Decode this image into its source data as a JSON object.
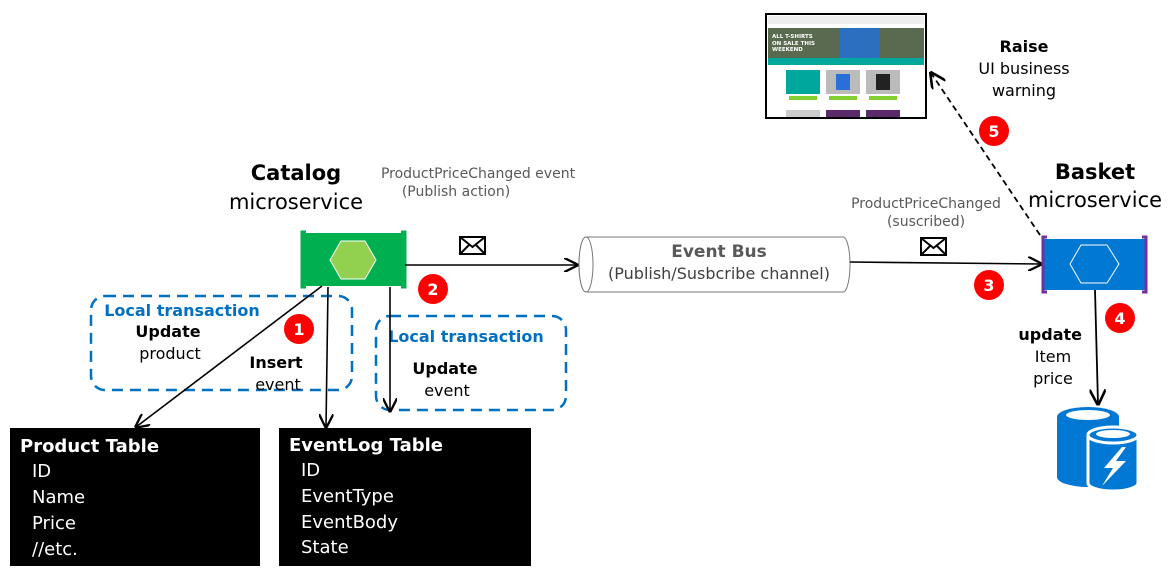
{
  "catalog": {
    "title": "Catalog",
    "subtitle": "microservice",
    "color": "#00b050",
    "hex_color": "#92d050"
  },
  "basket": {
    "title": "Basket",
    "subtitle": "microservice",
    "color": "#0078d4",
    "bracket_color": "#7030a0"
  },
  "publish_label": {
    "line1": "ProductPriceChanged event",
    "line2": "(Publish action)"
  },
  "subscribe_label": {
    "line1": "ProductPriceChanged",
    "line2": "(suscribed)"
  },
  "event_bus": {
    "title": "Event Bus",
    "subtitle": "(Publish/Susbcribe channel)"
  },
  "raise_label": {
    "line1": "Raise",
    "line2": "UI business",
    "line3": "warning"
  },
  "update_price_label": {
    "line1": "update",
    "line2": "Item",
    "line3": "price"
  },
  "local_tx_1": {
    "title": "Local transaction",
    "action": "Update",
    "object": "product"
  },
  "local_tx_2": {
    "title": "Local transaction",
    "action": "Update",
    "object": "event"
  },
  "insert_label": {
    "action": "Insert",
    "object": "event"
  },
  "steps": [
    "1",
    "2",
    "3",
    "4",
    "5"
  ],
  "step_color": "#ff0000",
  "product_table": {
    "title": "Product Table",
    "fields": [
      "ID",
      "Name",
      "Price",
      "//etc."
    ]
  },
  "eventlog_table": {
    "title": "EventLog Table",
    "fields": [
      "ID",
      "EventType",
      "EventBody",
      "State"
    ]
  },
  "screenshot_thumbnail": {
    "banner": "ALL T-SHIRTS ON SALE THIS WEEKEND"
  }
}
